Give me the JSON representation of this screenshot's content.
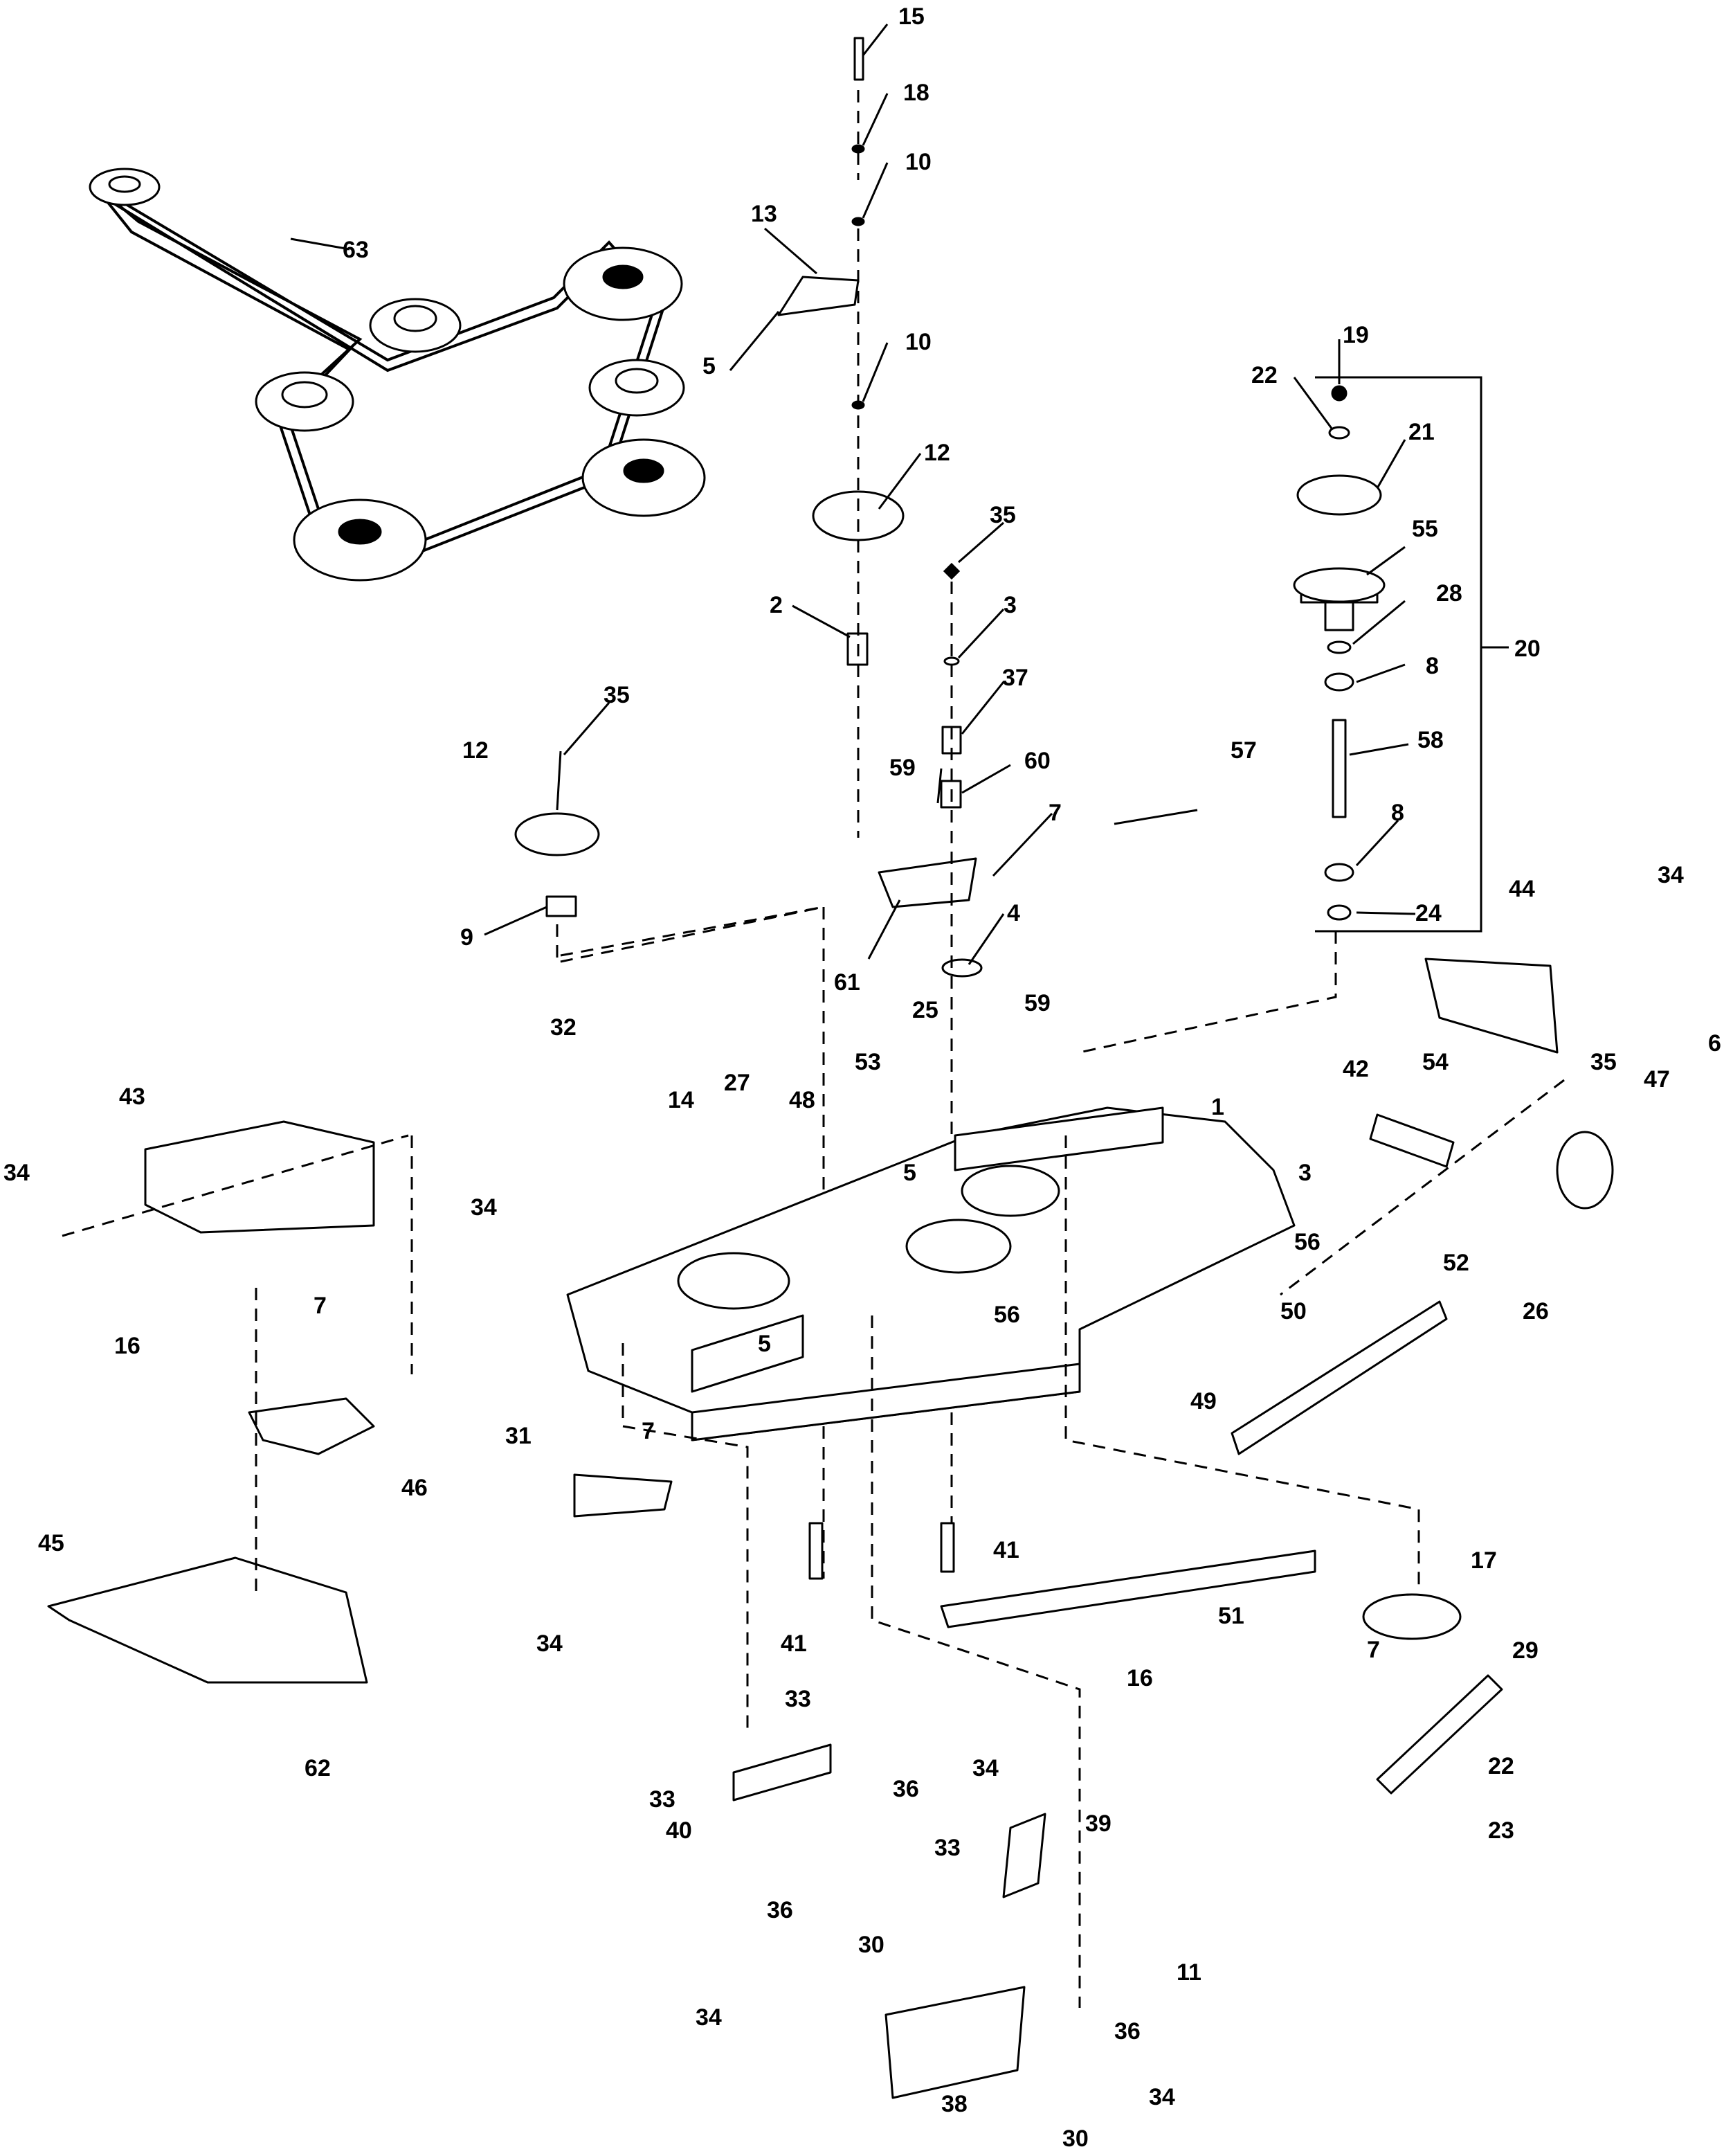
{
  "accent_color": "#000000",
  "background_color": "#ffffff",
  "callouts": [
    {
      "id": "c1",
      "label": "1"
    },
    {
      "id": "c2",
      "label": "2"
    },
    {
      "id": "c3a",
      "label": "3"
    },
    {
      "id": "c3b",
      "label": "3"
    },
    {
      "id": "c4",
      "label": "4"
    },
    {
      "id": "c5a",
      "label": "5"
    },
    {
      "id": "c5b",
      "label": "5"
    },
    {
      "id": "c5c",
      "label": "5"
    },
    {
      "id": "c6",
      "label": "6"
    },
    {
      "id": "c7a",
      "label": "7"
    },
    {
      "id": "c7b",
      "label": "7"
    },
    {
      "id": "c7c",
      "label": "7"
    },
    {
      "id": "c7d",
      "label": "7"
    },
    {
      "id": "c8a",
      "label": "8"
    },
    {
      "id": "c8b",
      "label": "8"
    },
    {
      "id": "c9",
      "label": "9"
    },
    {
      "id": "c10a",
      "label": "10"
    },
    {
      "id": "c10b",
      "label": "10"
    },
    {
      "id": "c11",
      "label": "11"
    },
    {
      "id": "c12a",
      "label": "12"
    },
    {
      "id": "c12b",
      "label": "12"
    },
    {
      "id": "c13",
      "label": "13"
    },
    {
      "id": "c14",
      "label": "14"
    },
    {
      "id": "c15",
      "label": "15"
    },
    {
      "id": "c16a",
      "label": "16"
    },
    {
      "id": "c16b",
      "label": "16"
    },
    {
      "id": "c17",
      "label": "17"
    },
    {
      "id": "c18",
      "label": "18"
    },
    {
      "id": "c19",
      "label": "19"
    },
    {
      "id": "c20",
      "label": "20"
    },
    {
      "id": "c21",
      "label": "21"
    },
    {
      "id": "c22a",
      "label": "22"
    },
    {
      "id": "c22b",
      "label": "22"
    },
    {
      "id": "c23",
      "label": "23"
    },
    {
      "id": "c24",
      "label": "24"
    },
    {
      "id": "c25",
      "label": "25"
    },
    {
      "id": "c26",
      "label": "26"
    },
    {
      "id": "c27",
      "label": "27"
    },
    {
      "id": "c28",
      "label": "28"
    },
    {
      "id": "c29",
      "label": "29"
    },
    {
      "id": "c30a",
      "label": "30"
    },
    {
      "id": "c30b",
      "label": "30"
    },
    {
      "id": "c31",
      "label": "31"
    },
    {
      "id": "c32",
      "label": "32"
    },
    {
      "id": "c33a",
      "label": "33"
    },
    {
      "id": "c33b",
      "label": "33"
    },
    {
      "id": "c33c",
      "label": "33"
    },
    {
      "id": "c34a",
      "label": "34"
    },
    {
      "id": "c34b",
      "label": "34"
    },
    {
      "id": "c34c",
      "label": "34"
    },
    {
      "id": "c34d",
      "label": "34"
    },
    {
      "id": "c34e",
      "label": "34"
    },
    {
      "id": "c34f",
      "label": "34"
    },
    {
      "id": "c34g",
      "label": "34"
    },
    {
      "id": "c35a",
      "label": "35"
    },
    {
      "id": "c35b",
      "label": "35"
    },
    {
      "id": "c35c",
      "label": "35"
    },
    {
      "id": "c36a",
      "label": "36"
    },
    {
      "id": "c36b",
      "label": "36"
    },
    {
      "id": "c36c",
      "label": "36"
    },
    {
      "id": "c37",
      "label": "37"
    },
    {
      "id": "c38",
      "label": "38"
    },
    {
      "id": "c39",
      "label": "39"
    },
    {
      "id": "c40",
      "label": "40"
    },
    {
      "id": "c41a",
      "label": "41"
    },
    {
      "id": "c41b",
      "label": "41"
    },
    {
      "id": "c42",
      "label": "42"
    },
    {
      "id": "c43",
      "label": "43"
    },
    {
      "id": "c44",
      "label": "44"
    },
    {
      "id": "c45",
      "label": "45"
    },
    {
      "id": "c46",
      "label": "46"
    },
    {
      "id": "c47",
      "label": "47"
    },
    {
      "id": "c48",
      "label": "48"
    },
    {
      "id": "c49",
      "label": "49"
    },
    {
      "id": "c50",
      "label": "50"
    },
    {
      "id": "c51",
      "label": "51"
    },
    {
      "id": "c52",
      "label": "52"
    },
    {
      "id": "c53",
      "label": "53"
    },
    {
      "id": "c54",
      "label": "54"
    },
    {
      "id": "c55",
      "label": "55"
    },
    {
      "id": "c56a",
      "label": "56"
    },
    {
      "id": "c56b",
      "label": "56"
    },
    {
      "id": "c57",
      "label": "57"
    },
    {
      "id": "c58",
      "label": "58"
    },
    {
      "id": "c59a",
      "label": "59"
    },
    {
      "id": "c59b",
      "label": "59"
    },
    {
      "id": "c60",
      "label": "60"
    },
    {
      "id": "c61",
      "label": "61"
    },
    {
      "id": "c62",
      "label": "62"
    },
    {
      "id": "c63",
      "label": "63"
    }
  ]
}
